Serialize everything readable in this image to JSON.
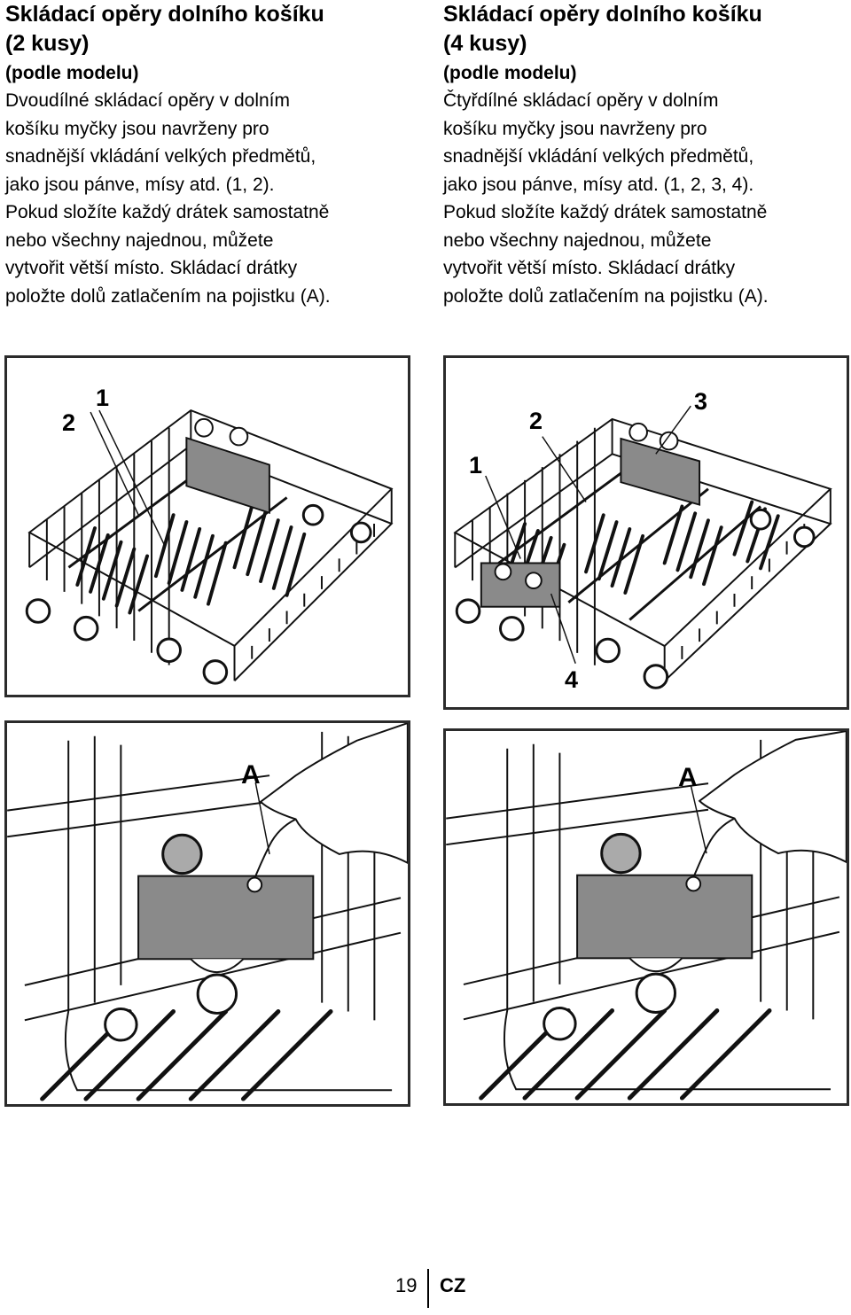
{
  "left": {
    "title_line1": "Skládací opěry dolního košíku",
    "title_line2": "(2 kusy)",
    "subtitle": "(podle modelu)",
    "lines": [
      "Dvoudílné skládací opěry v dolním",
      "košíku myčky jsou navrženy pro",
      "snadnější vkládání velkých předmětů,",
      "jako jsou pánve, mísy atd. (1, 2).",
      "Pokud složíte každý drátek samostatně",
      "nebo všechny najednou, můžete",
      "vytvořit větší místo. Skládací drátky",
      "položte dolů zatlačením na pojistku (A)."
    ]
  },
  "right": {
    "title_line1": "Skládací opěry dolního košíku",
    "title_line2": "(4 kusy)",
    "subtitle": "(podle modelu)",
    "lines": [
      "Čtyřdílné skládací opěry v dolním",
      "košíku myčky jsou navrženy pro",
      "snadnější vkládání velkých předmětů,",
      "jako jsou pánve, mísy atd. (1, 2, 3, 4).",
      "Pokud složíte každý drátek samostatně",
      "nebo všechny najednou, můžete",
      "vytvořit větší místo. Skládací drátky",
      "položte dolů zatlačením na pojistku (A)."
    ]
  },
  "figures": {
    "fig1_labels": [
      "2",
      "1"
    ],
    "fig2_labels": [
      "1",
      "2",
      "3",
      "4"
    ],
    "fig3_label": "A",
    "fig4_label": "A"
  },
  "footer": {
    "page_number": "19",
    "language": "CZ"
  }
}
